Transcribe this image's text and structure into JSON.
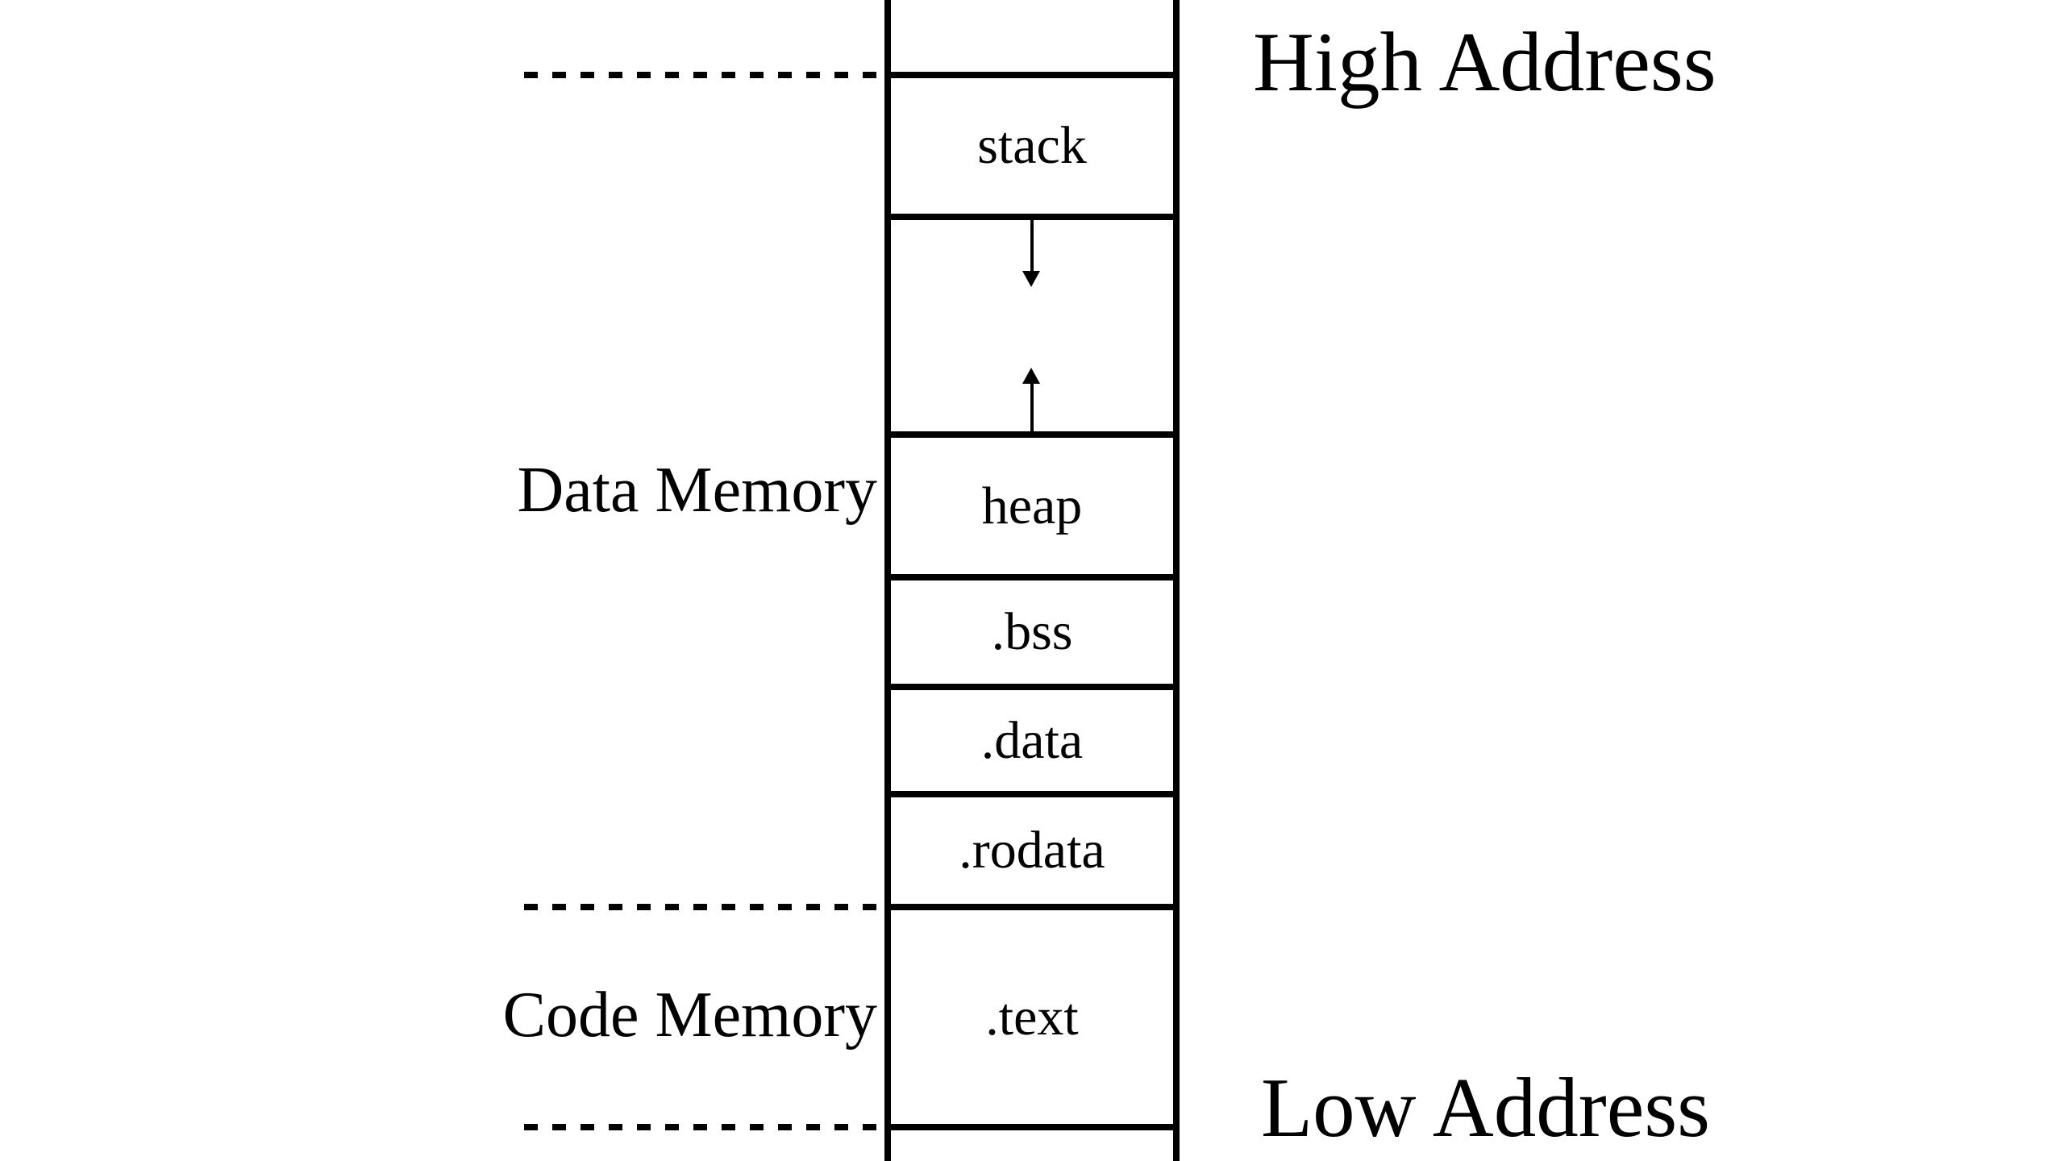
{
  "diagram": {
    "high_address_label": "High Address",
    "low_address_label": "Low Address",
    "data_memory_label": "Data Memory",
    "code_memory_label": "Code Memory",
    "sections": [
      {
        "id": "stack",
        "label": "stack"
      },
      {
        "id": "growth-gap",
        "label": ""
      },
      {
        "id": "heap",
        "label": "heap"
      },
      {
        "id": "bss",
        "label": ".bss"
      },
      {
        "id": "data",
        "label": ".data"
      },
      {
        "id": "rodata",
        "label": ".rodata"
      },
      {
        "id": "text",
        "label": ".text"
      }
    ],
    "icons": {
      "stack_growth": "arrow-down-icon",
      "heap_growth": "arrow-up-icon"
    },
    "colors": {
      "background": "#ffffff",
      "foreground": "#000000"
    }
  }
}
